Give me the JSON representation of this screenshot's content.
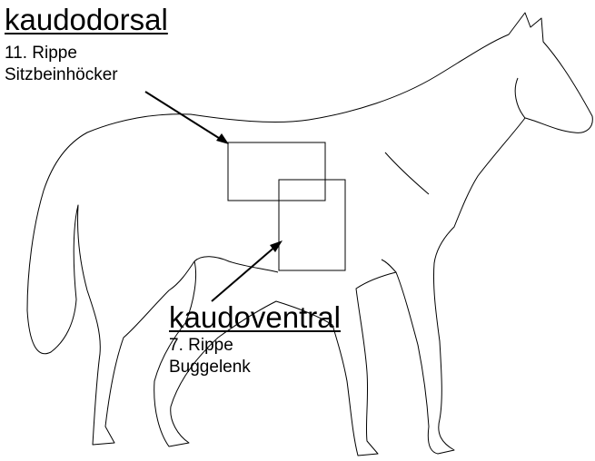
{
  "labels": {
    "dorsal": {
      "title": "kaudodorsal",
      "line1": "11. Rippe",
      "line2": "Sitzbeinhöcker"
    },
    "ventral": {
      "title": "kaudoventral",
      "line1": "7. Rippe",
      "line2": "Buggelenk"
    }
  },
  "colors": {
    "ink": "#000000",
    "background": "#ffffff"
  }
}
